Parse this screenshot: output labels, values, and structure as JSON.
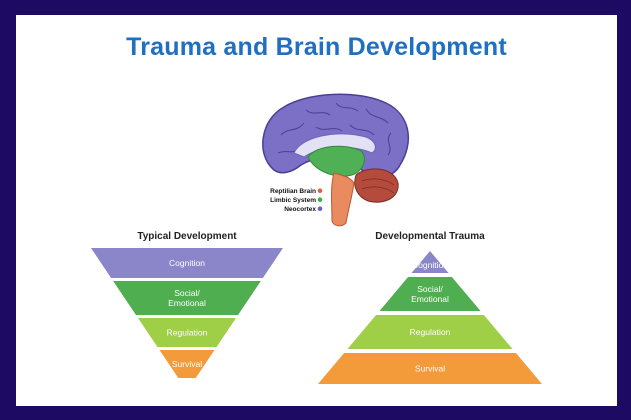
{
  "title": "Trauma and Brain Development",
  "brain_legend": [
    {
      "label": "Reptilian Brain",
      "color": "#e8603a"
    },
    {
      "label": "Limbic System",
      "color": "#3bb04a"
    },
    {
      "label": "Neocortex",
      "color": "#6b63c7"
    }
  ],
  "typical": {
    "heading": "Typical Development",
    "levels": [
      {
        "label": "Cognition",
        "color": "#8a86c9"
      },
      {
        "label": "Social/\nEmotional",
        "color": "#4fae4f"
      },
      {
        "label": "Regulation",
        "color": "#9fce47"
      },
      {
        "label": "Survival",
        "color": "#f39a3b"
      }
    ]
  },
  "trauma": {
    "heading": "Developmental Trauma",
    "levels": [
      {
        "label": "Cognition",
        "color": "#8a86c9"
      },
      {
        "label": "Social/\nEmotional",
        "color": "#4fae4f"
      },
      {
        "label": "Regulation",
        "color": "#9fce47"
      },
      {
        "label": "Survival",
        "color": "#f39a3b"
      }
    ]
  }
}
